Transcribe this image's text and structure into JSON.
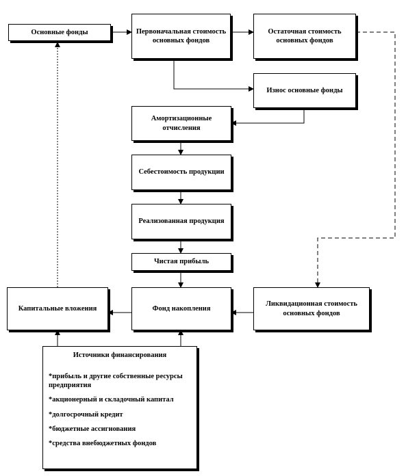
{
  "nodes": {
    "main_funds": "Основные фонды",
    "initial_value": "Первоначальная стоимость основных фондов",
    "residual_value": "Остаточная стоимость основных фондов",
    "wear": "Износ основные фонды",
    "depreciation": "Амортизационные отчисления",
    "cost": "Себестоимость продукции",
    "sold_products": "Реализованная продукция",
    "net_profit": "Чистая прибыль",
    "accumulation_fund": "Фонд накопления",
    "capital_investments": "Капитальные вложения",
    "liquidation_value": "Ликвидационная стоимость основных фондов"
  },
  "sources": {
    "title": "Источники финансирования",
    "items": [
      "*прибыль и другие собственные ресурсы предприятия",
      "*акционерный и складочный капитал",
      "*долгосрочный кредит",
      "*бюджетные ассигнования",
      "*средства внебюджетных  фондов"
    ]
  }
}
